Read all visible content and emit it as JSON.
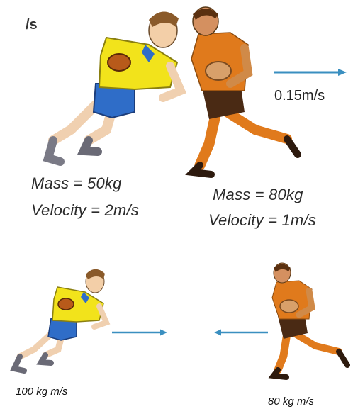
{
  "top_panel": {
    "cropped_unit": "/s",
    "right_arrow_label": "0.15m/s",
    "player_a": {
      "mass": "Mass = 50kg",
      "velocity": "Velocity = 2m/s"
    },
    "player_b": {
      "mass": "Mass = 80kg",
      "velocity": "Velocity = 1m/s"
    }
  },
  "bottom_panel": {
    "left_momentum": "100 kg m/s",
    "right_momentum": "80 kg m/s"
  },
  "colors": {
    "arrow": "#3a8fc0",
    "yellow_shirt": "#f2e31b",
    "blue_shorts": "#2f6dc8",
    "orange_shirt": "#e07a1c",
    "dark_shorts": "#4a2a14"
  }
}
